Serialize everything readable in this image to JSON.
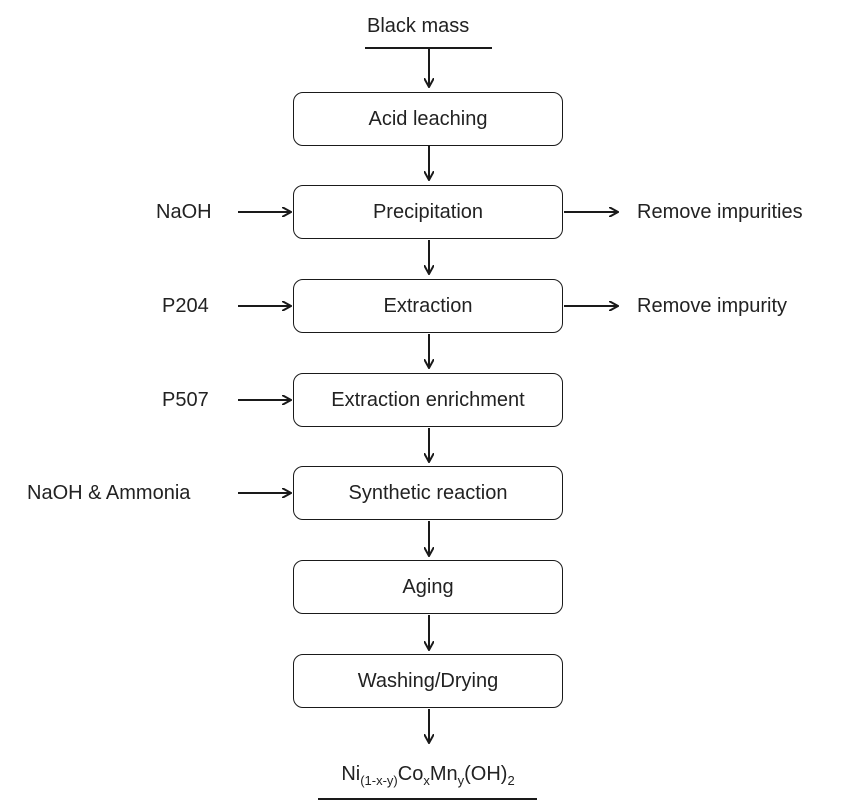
{
  "input": "Black mass",
  "steps": [
    "Acid leaching",
    "Precipitation",
    "Extraction",
    "Extraction enrichment",
    "Synthetic reaction",
    "Aging",
    "Washing/Drying"
  ],
  "reagents": {
    "precipitation": "NaOH",
    "extraction": "P204",
    "enrichment": "P507",
    "synthesis": "NaOH & Ammonia"
  },
  "outputs": {
    "precipitation": "Remove impurities",
    "extraction": "Remove impurity"
  },
  "product": {
    "ni": "Ni",
    "ni_sub": "(1-x-y)",
    "co": "Co",
    "co_sub": "x",
    "mn": "Mn",
    "mn_sub": "y",
    "oh": "(OH)",
    "oh_sub": "2"
  }
}
